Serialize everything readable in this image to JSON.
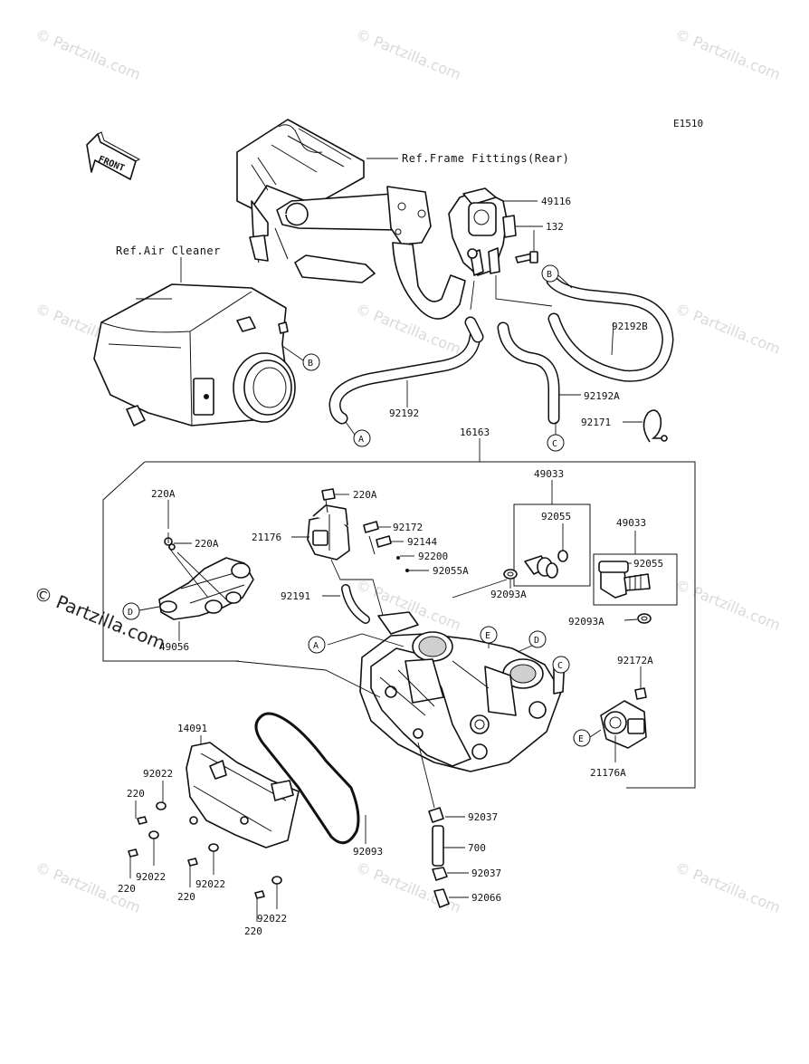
{
  "diagram_code": "E1510",
  "front_label": "FRONT",
  "references": {
    "frame": "Ref.Frame Fittings(Rear)",
    "air_cleaner": "Ref.Air Cleaner"
  },
  "watermark": "© Partzilla.com",
  "watermark_center": "© Partzilla.com",
  "callouts": {
    "A": "A",
    "B": "B",
    "C": "C",
    "D": "D",
    "E": "E"
  },
  "parts": {
    "p49116": "49116",
    "p132": "132",
    "p92192B": "92192B",
    "p92192": "92192",
    "p92192A": "92192A",
    "p92171": "92171",
    "p16163": "16163",
    "p49033_a": "49033",
    "p92055_a": "92055",
    "p49033_b": "49033",
    "p92055_b": "92055",
    "p92093A_a": "92093A",
    "p92093A_b": "92093A",
    "p220A_top": "220A",
    "p220A_left": "220A",
    "p220A_mid": "220A",
    "p21176": "21176",
    "p92172": "92172",
    "p92144": "92144",
    "p92200": "92200",
    "p92055A": "92055A",
    "p92191": "92191",
    "p49056": "49056",
    "p92172A": "92172A",
    "p21176A": "21176A",
    "p14091": "14091",
    "p92022_a": "92022",
    "p220_a": "220",
    "p92022_b": "92022",
    "p220_b": "220",
    "p92022_c": "92022",
    "p220_c": "220",
    "p92022_d": "92022",
    "p220_d": "220",
    "p92093": "92093",
    "p92037_a": "92037",
    "p700": "700",
    "p92037_b": "92037",
    "p92066": "92066"
  }
}
